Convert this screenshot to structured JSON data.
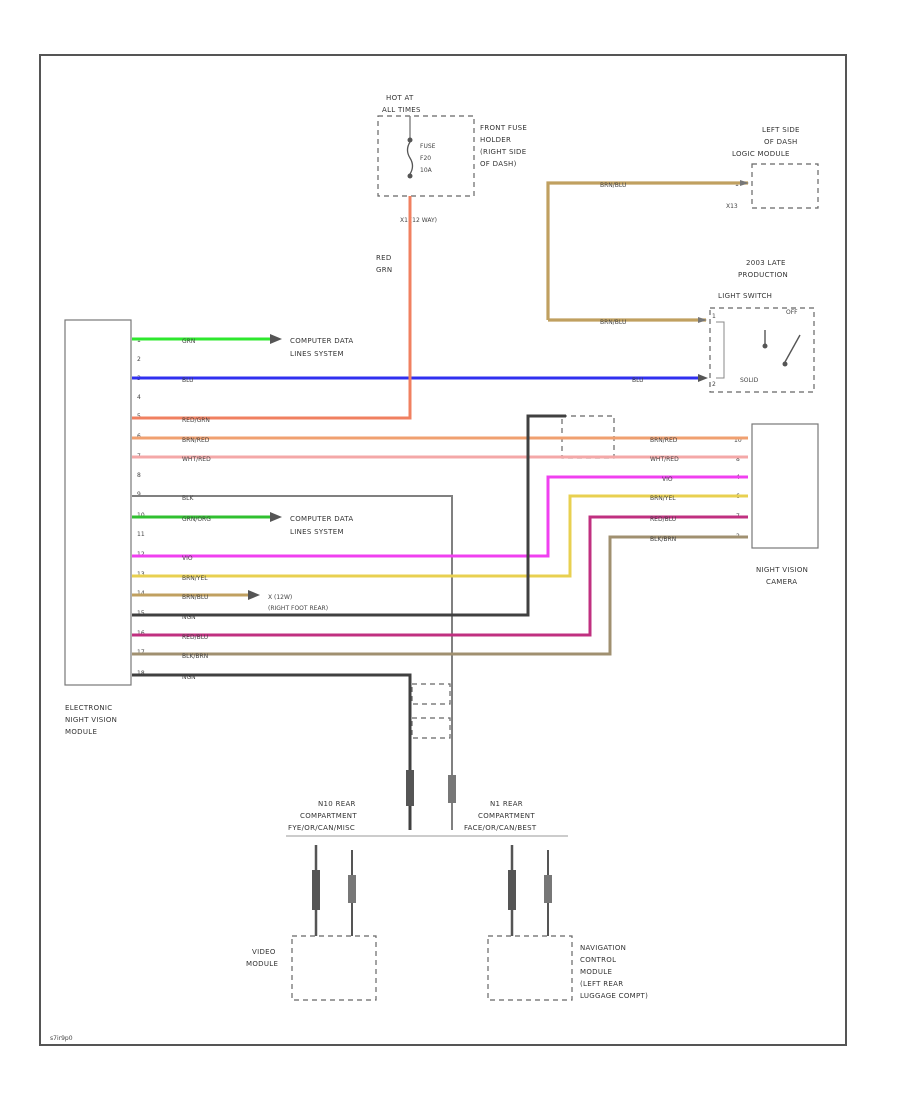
{
  "diagram": {
    "footer_code": "s7ir9p0",
    "module": {
      "name_lines": [
        "ELECTRONIC",
        "NIGHT VISION",
        "MODULE"
      ],
      "pins": [
        "1",
        "2",
        "3",
        "4",
        "5",
        "6",
        "7",
        "8",
        "9",
        "10",
        "11",
        "12",
        "13",
        "14",
        "15",
        "16",
        "17",
        "18"
      ]
    },
    "fuse": {
      "hot_lines": [
        "HOT AT",
        "ALL TIMES"
      ],
      "fuse_lines": [
        "FUSE",
        "F20",
        "10A"
      ],
      "holder_lines": [
        "FRONT FUSE",
        "HOLDER",
        "(RIGHT SIDE",
        "OF DASH)"
      ],
      "connector": "X1 (12 WAY)",
      "wire_color_lines": [
        "RED",
        "GRN"
      ]
    },
    "dash_module": {
      "name_lines": [
        "LEFT SIDE",
        "OF DASH",
        "LOGIC MODULE"
      ],
      "pin": "X13",
      "wire_label": "BRN/BLU"
    },
    "light_switch": {
      "note_lines": [
        "2003 LATE",
        "PRODUCTION"
      ],
      "name": "LIGHT SWITCH",
      "state": "OFF",
      "inner_label": "SOLID",
      "pin_top": "1",
      "pin_bottom": "2"
    },
    "camera": {
      "name_lines": [
        "NIGHT VISION",
        "CAMERA"
      ],
      "pins": [
        "10",
        "8",
        "4",
        "6",
        "7",
        "2"
      ]
    },
    "wires": {
      "w1": "GRN",
      "w3": "BLU",
      "w5": "RED/GRN",
      "w6": "BRN/RED",
      "w7": "WHT/RED",
      "w9": "BLK",
      "w10": "GRN/ORG",
      "w12": "VIO",
      "w13": "BRN/YEL",
      "w14": "BRN/BLU",
      "w15": "NGN",
      "w16": "RED/BLU",
      "w17": "BLK/BRN",
      "w18": "NGN"
    },
    "notes": {
      "computer_data_1": [
        "COMPUTER DATA",
        "LINES SYSTEM"
      ],
      "computer_data_2": [
        "COMPUTER DATA",
        "LINES SYSTEM"
      ],
      "x12_lines": [
        "X (12W)",
        "(RIGHT FOOT REAR)"
      ]
    },
    "rear_left": {
      "name_lines": [
        "N10 REAR",
        "COMPARTMENT",
        "FYE/OR/CAN/MISC"
      ]
    },
    "rear_right": {
      "name_lines": [
        "N1 REAR",
        "COMPARTMENT",
        "FACE/OR/CAN/BEST"
      ]
    },
    "video_module": {
      "name_lines": [
        "VIDEO",
        "MODULE"
      ]
    },
    "nav_module": {
      "name_lines": [
        "NAVIGATION",
        "CONTROL",
        "MODULE",
        "(LEFT REAR",
        "LUGGAGE COMPT)"
      ]
    },
    "colors": {
      "grn": "#2ee82e",
      "blu": "#3030f0",
      "red_grn": "#f08060",
      "brn_red": "#f0a070",
      "wht_red": "#f4a8a8",
      "blk": "#404040",
      "blk_light": "#808080",
      "vio": "#f040f0",
      "brn_yel": "#e8d050",
      "brn_blu": "#c0a060",
      "red_blu": "#c03080",
      "blk_brn": "#a09070"
    }
  }
}
